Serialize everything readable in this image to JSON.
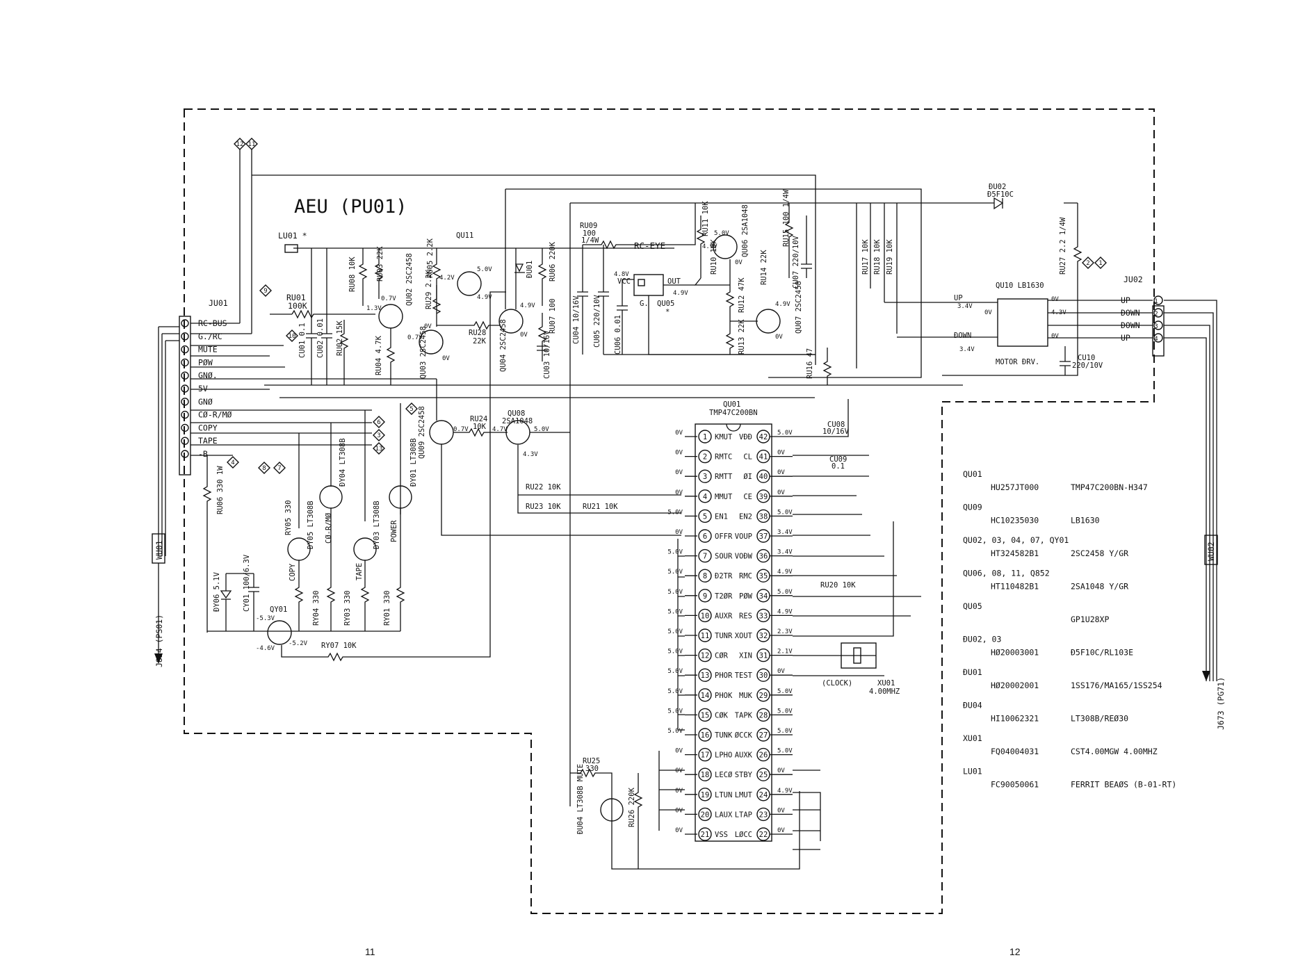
{
  "title": "AEU (PU01)",
  "page_numbers": [
    "11",
    "12"
  ],
  "ju01": {
    "ref": "JU01",
    "pins": [
      "RC-BUS",
      "G./RC",
      "MUTE",
      "PØW",
      "GNØ.",
      "5V",
      "GNØ",
      "CØ-R/MØ",
      "COPY",
      "TAPE",
      "-B"
    ]
  },
  "ju02": {
    "ref": "JU02",
    "pins": [
      "UP",
      "ÐOWN",
      "ÐOWN",
      "UP"
    ]
  },
  "side_labels": {
    "wu01": "WU01",
    "wu02": "WU02",
    "j854": "J854 (PS01)",
    "j673": "J673 (PG71)"
  },
  "ic": {
    "ref": "QU01",
    "part": "TMP47C200BN",
    "left_pins": [
      {
        "n": "1",
        "name": "KMUT",
        "v": "0V"
      },
      {
        "n": "2",
        "name": "RMTC",
        "v": "0V"
      },
      {
        "n": "3",
        "name": "RMTT",
        "v": "0V"
      },
      {
        "n": "4",
        "name": "MMUT",
        "v": "0V"
      },
      {
        "n": "5",
        "name": "EN1",
        "v": "5.0V"
      },
      {
        "n": "6",
        "name": "OFFR",
        "v": "0V"
      },
      {
        "n": "7",
        "name": "SOUR",
        "v": "5.0V"
      },
      {
        "n": "8",
        "name": "Ð2TR",
        "v": "5.0V"
      },
      {
        "n": "9",
        "name": "T2ØR",
        "v": "5.0V"
      },
      {
        "n": "10",
        "name": "AUXR",
        "v": "5.0V"
      },
      {
        "n": "11",
        "name": "TUNR",
        "v": "5.0V"
      },
      {
        "n": "12",
        "name": "CØR",
        "v": "5.0V"
      },
      {
        "n": "13",
        "name": "PHOR",
        "v": "5.0V"
      },
      {
        "n": "14",
        "name": "PHOK",
        "v": "5.0V"
      },
      {
        "n": "15",
        "name": "CØK",
        "v": "5.0V"
      },
      {
        "n": "16",
        "name": "TUNK",
        "v": "5.0V"
      },
      {
        "n": "17",
        "name": "LPHO",
        "v": "0V"
      },
      {
        "n": "18",
        "name": "LECØ",
        "v": "0V"
      },
      {
        "n": "19",
        "name": "LTUN",
        "v": "0V"
      },
      {
        "n": "20",
        "name": "LAUX",
        "v": "0V"
      },
      {
        "n": "21",
        "name": "VSS",
        "v": "0V"
      }
    ],
    "right_pins": [
      {
        "n": "42",
        "name": "VÐÐ",
        "v": "5.0V"
      },
      {
        "n": "41",
        "name": "CL",
        "v": "0V"
      },
      {
        "n": "40",
        "name": "ØI",
        "v": "0V"
      },
      {
        "n": "39",
        "name": "CE",
        "v": "0V"
      },
      {
        "n": "38",
        "name": "EN2",
        "v": "5.0V"
      },
      {
        "n": "37",
        "name": "VOUP",
        "v": "3.4V"
      },
      {
        "n": "36",
        "name": "VOÐW",
        "v": "3.4V"
      },
      {
        "n": "35",
        "name": "RMC",
        "v": "4.9V"
      },
      {
        "n": "34",
        "name": "PØW",
        "v": "5.0V"
      },
      {
        "n": "33",
        "name": "RES",
        "v": "4.9V"
      },
      {
        "n": "32",
        "name": "XOUT",
        "v": "2.3V"
      },
      {
        "n": "31",
        "name": "XIN",
        "v": "2.1V"
      },
      {
        "n": "30",
        "name": "TEST",
        "v": "0V"
      },
      {
        "n": "29",
        "name": "MUK",
        "v": "5.0V"
      },
      {
        "n": "28",
        "name": "TAPK",
        "v": "5.0V"
      },
      {
        "n": "27",
        "name": "ØCCK",
        "v": "5.0V"
      },
      {
        "n": "26",
        "name": "AUXK",
        "v": "5.0V"
      },
      {
        "n": "25",
        "name": "STBY",
        "v": "0V"
      },
      {
        "n": "24",
        "name": "LMUT",
        "v": "4.9V"
      },
      {
        "n": "23",
        "name": "LTAP",
        "v": "0V"
      },
      {
        "n": "22",
        "name": "LØCC",
        "v": "0V"
      }
    ]
  },
  "components": {
    "lu01": "LU01 *",
    "ru01_ref": "RU01",
    "ru01_val": "100K",
    "cu01": "CU01 0.1",
    "cu02": "CU02 0.01",
    "ru02": "RU02 15K",
    "ru08": "RU08 10K",
    "ru03": "RU03 22K",
    "ru04": "RU04 4.7K",
    "qu02": "QU02 2SC2458",
    "ru05": "RU05 2.2K",
    "ru29": "RU29 2.2K",
    "qu03": "QU03 2SC2458",
    "qu11": "QU11",
    "ru28_ref": "RU28",
    "ru28_val": "22K",
    "qu04": "QU04 2SC2458",
    "du01": "ÐU01",
    "ru06": "RU06 220K",
    "ru07": "RU07 100",
    "cu03": "CU03 10/16V",
    "cu04": "CU04 10/16V",
    "cu05": "CU05 220/10V",
    "cu06": "CU06 0.01",
    "ru09_ref": "RU09",
    "ru09_val": "100",
    "ru09_w": "1/4W",
    "rc_eye": "RC-EYE",
    "qu05": "QU05",
    "qu05_star": "*",
    "vcc": "VCC",
    "out": "OUT",
    "g": "G.",
    "ru11": "RU11 10K",
    "ru10": "RU10 10K",
    "qu06": "QU06 2SA1048",
    "ru12": "RU12 47K",
    "ru13": "RU13 22K",
    "ru14": "RU14 22K",
    "ru15": "RU15 100 1/4W",
    "cu07": "CU07 220/10V",
    "qu07": "QU07 2SC2458",
    "ru16": "RU16 47",
    "ru17": "RU17 10K",
    "ru18": "RU18 10K",
    "ru19": "RU19 10K",
    "du02_ref": "ÐU02",
    "du02_part": "Ð5F10C",
    "ru27": "RU27 2.2 1/4W",
    "qu10": "QU10 LB1630",
    "motor": "MOTOR ÐRV.",
    "up_in": "UP",
    "down_in": "ÐOWN",
    "cu10_ref": "CU10",
    "cu10_val": "220/10V",
    "qu09": "QU09 2SC2458",
    "ru24_ref": "RU24",
    "ru24_val": "10K",
    "qu08_ref": "QU08",
    "qu08_part": "2SA1048",
    "ru22": "RU22 10K",
    "ru23": "RU23 10K",
    "ru21": "RU21 10K",
    "ru20": "RU20 10K",
    "cu08_ref": "CU08",
    "cu08_val": "10/16V",
    "cu09_ref": "CU09",
    "cu09_val": "0.1",
    "clock": "(CLOCK)",
    "xu01_ref": "XU01",
    "xu01_val": "4.00MHZ",
    "ru06b": "RU06 330 1W",
    "ry05": "RY05 330",
    "dy05": "ÐY05 LT308B",
    "copy": "COPY",
    "dy04": "ÐY04 LT308B",
    "cdrmd": "CØ-R/MØ",
    "dy03": "ÐY03 LT308B",
    "tape": "TAPE",
    "dy01": "ÐY01 LT308B",
    "power": "POWER",
    "ry04": "RY04 330",
    "ry03": "RY03 330",
    "ry01": "RY01 330",
    "dy06": "ÐY06 5.1V",
    "cy01": "CY01 100/6.3V",
    "qy01": "QY01",
    "ry07": "RY07 10K",
    "ru25_ref": "RU25",
    "ru25_val": "330",
    "du04": "ÐU04 LT308B MUTE",
    "ru26": "RU26 220K"
  },
  "voltages": {
    "v07a": "0.7V",
    "v13": "1.3V",
    "v07b": "0.7V",
    "v0a": "0V",
    "v0b": "0V",
    "v42": "4.2V",
    "v50a": "5.0V",
    "v49a": "4.9V",
    "v49b": "4.9V",
    "v0c": "0V",
    "v48": "4.8V",
    "v49c": "4.9V",
    "v49d": "4.9V",
    "v50b": "5.0V",
    "v0d": "0V",
    "v49e": "4.9V",
    "v0e": "0V",
    "v34a": "3.4V",
    "v34b": "3.4V",
    "v0f": "0V",
    "v0g": "0V",
    "v0h": "0V",
    "v43": "4.3V",
    "v07c": "0.7V",
    "v47": "4.7V",
    "v50c": "5.0V",
    "v43b": "4.3V",
    "vm53": "-5.3V",
    "vm46": "-4.6V",
    "vm52": "-5.2V"
  },
  "connector_tags": [
    "12",
    "11",
    "9",
    "10",
    "8",
    "7",
    "5",
    "6",
    "3",
    "13",
    "4",
    "2",
    "1"
  ],
  "parts_table": [
    {
      "ref": "QU01",
      "code": "HU257JT000",
      "part": "TMP47C200BN-H347"
    },
    {
      "ref": "QU09",
      "code": "HC10235030",
      "part": "LB1630"
    },
    {
      "ref": "QU02, 03, 04, 07, QY01",
      "code": "HT324582B1",
      "part": "2SC2458  Y/GR"
    },
    {
      "ref": "QU06, 08, 11, Q852",
      "code": "HT110482B1",
      "part": "2SA1048  Y/GR"
    },
    {
      "ref": "QU05",
      "code": "",
      "part": "GP1U28XP"
    },
    {
      "ref": "ÐU02, 03",
      "code": "HØ20003001",
      "part": "Ð5F10C/RL103E"
    },
    {
      "ref": "ÐU01",
      "code": "HØ20002001",
      "part": "1SS176/MA165/1SS254"
    },
    {
      "ref": "ÐU04",
      "code": "HI10062321",
      "part": "LT308B/REØ30"
    },
    {
      "ref": "XU01",
      "code": "FQ04004031",
      "part": "CST4.00MGW  4.00MHZ"
    },
    {
      "ref": "LU01",
      "code": "FC90050061",
      "part": "FERRIT BEAØS (B-01-RT)"
    }
  ]
}
